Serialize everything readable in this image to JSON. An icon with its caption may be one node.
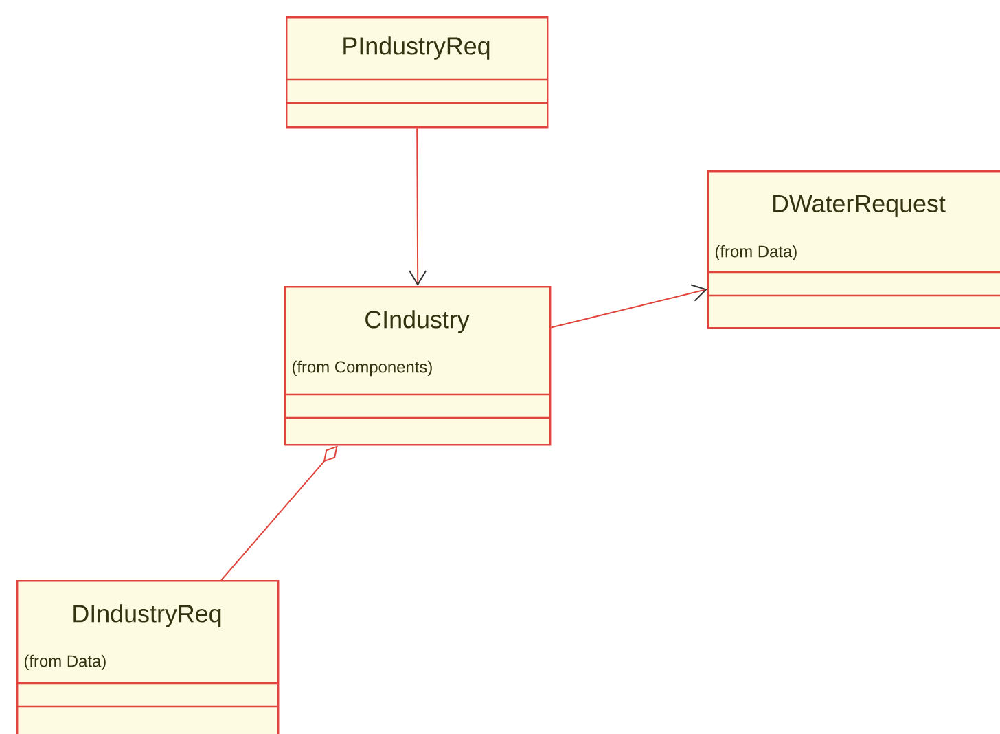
{
  "diagram": {
    "nodes": [
      {
        "text": [
          "PIndustryReq"
        ]
      },
      {
        "text": [
          "CIndustry",
          "(from Components)"
        ]
      },
      {
        "text": [
          "DWaterRequest",
          "(from Data)"
        ]
      },
      {
        "text": [
          "DIndustryReq",
          "(from Data)"
        ]
      }
    ],
    "edges": [
      {
        "from": 0,
        "to": 1,
        "arrow": "to"
      },
      {
        "from": 1,
        "to": 2,
        "arrow": "to"
      },
      {
        "from": 3,
        "to": 1,
        "arrow": "other"
      }
    ]
  }
}
